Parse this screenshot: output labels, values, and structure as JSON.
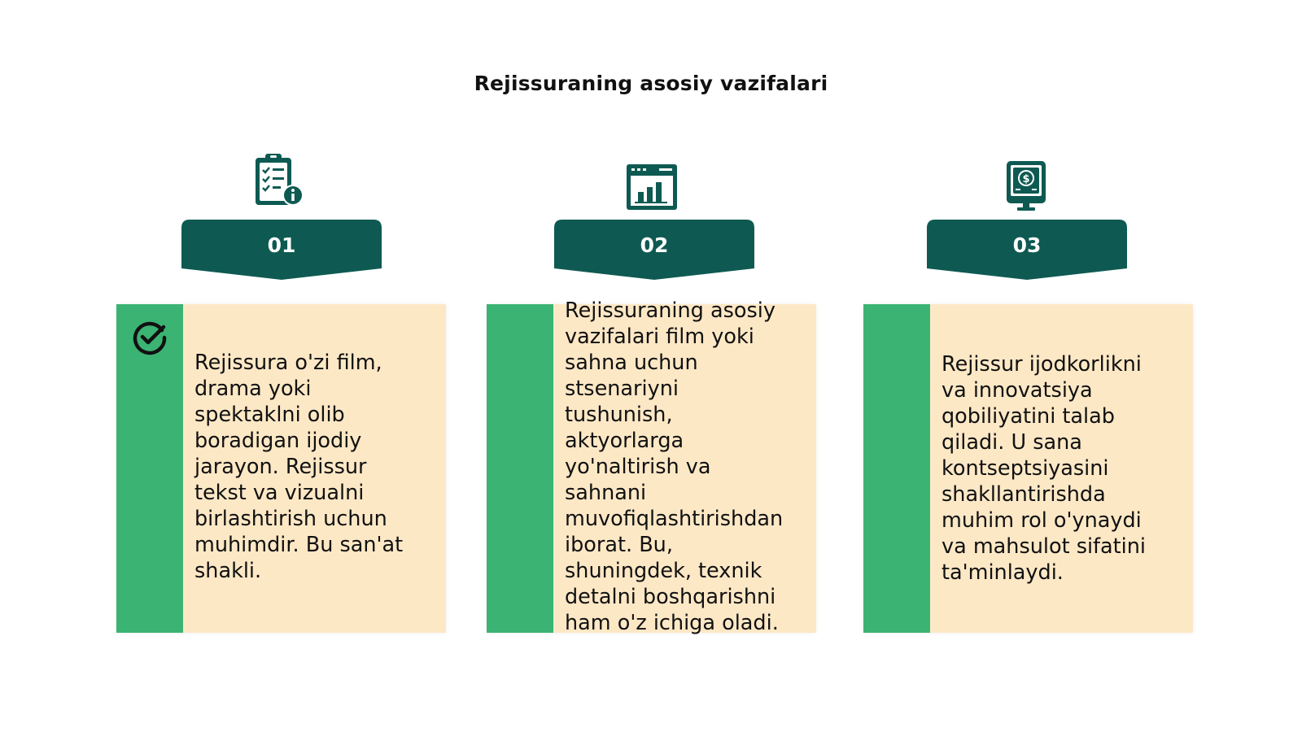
{
  "title": "Rejissuraning asosiy vazifalari",
  "colors": {
    "dark_teal": "#0e5a52",
    "green": "#3bb373",
    "cream": "#fde8c6",
    "text": "#111111"
  },
  "columns": [
    {
      "number": "01",
      "icon": "clipboard-checklist-icon",
      "text": "Rejissura o'zi film,\ndrama yoki\nspektaklni olib\nboradigan ijodiy\njarayon. Rejissur\ntekst va vizualni\nbirlashtirish uchun\nmuhimdir. Bu san'at\nshakli."
    },
    {
      "number": "02",
      "icon": "bar-chart-window-icon",
      "text": "Rejissuraning asosiy\nvazifalari film yoki\nsahna uchun\nstsenariyni\ntushunish,\naktyorlarga\nyo'naltirish va\nsahnani\nmuvofiqlashtirishdan\niborat. Bu,\nshuningdek, texnik\ndetalni boshqarishni\nham o'z ichiga oladi."
    },
    {
      "number": "03",
      "icon": "money-monitor-icon",
      "text": "Rejissur ijodkorlikni\nva innovatsiya\nqobiliyatini talab\nqiladi. U sana\nkontseptsiyasini\nshakllantirishda\nmuhim rol o'ynaydi\nva mahsulot sifatini\nta'minlaydi."
    }
  ]
}
